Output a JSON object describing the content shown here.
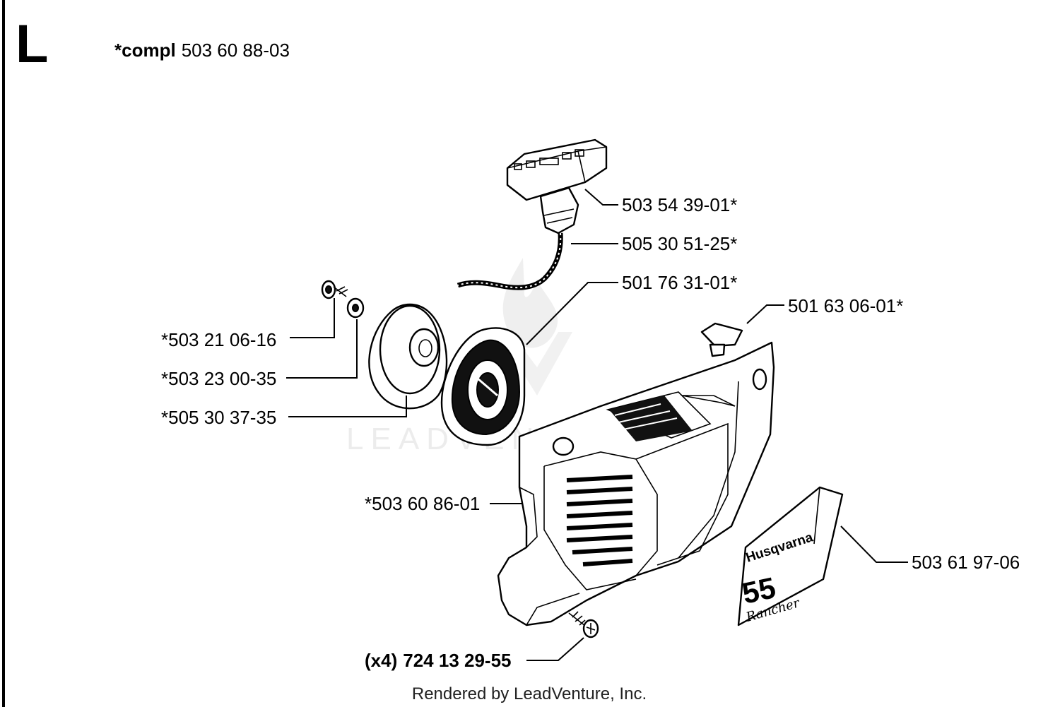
{
  "section_letter": "L",
  "assembly": {
    "prefix": "*compl",
    "number": "503 60 88-03"
  },
  "watermark": {
    "text": "LEADVENTURE"
  },
  "decal": {
    "brand": "Husqvarna",
    "model": "55",
    "name": "Rancher"
  },
  "labels": {
    "handle": "503 54 39-01*",
    "rope": "505 30 51-25*",
    "pulley": "501 76 31-01*",
    "plug": "501 63 06-01*",
    "screw": "*503 21 06-16",
    "washer": "*503 23 00-35",
    "spring": "*505 30 37-35",
    "cover": "*503 60 86-01",
    "decal_part": "503 61 97-06",
    "mount_screw_qty": "(x4)",
    "mount_screw": "724 13 29-55"
  },
  "footer": "Rendered by LeadVenture, Inc."
}
